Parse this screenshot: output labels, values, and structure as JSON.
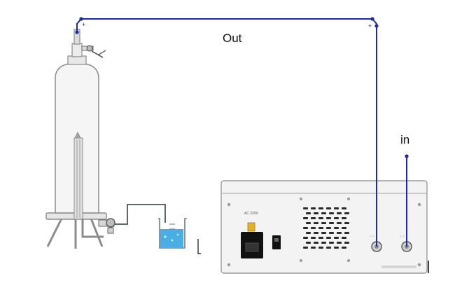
{
  "labels": {
    "out": "Out",
    "in": "in"
  },
  "terminal_marks": {
    "left_plus": "+",
    "right_plus": "+"
  },
  "panel": {
    "power_label": "AC 220V"
  },
  "colors": {
    "wire": "#1a2aa8",
    "housing": "#f4f4f4",
    "outline": "#8c8c8c",
    "water": "#2a9fe0",
    "switch": "#111111",
    "grille": "#2b2b2b"
  }
}
